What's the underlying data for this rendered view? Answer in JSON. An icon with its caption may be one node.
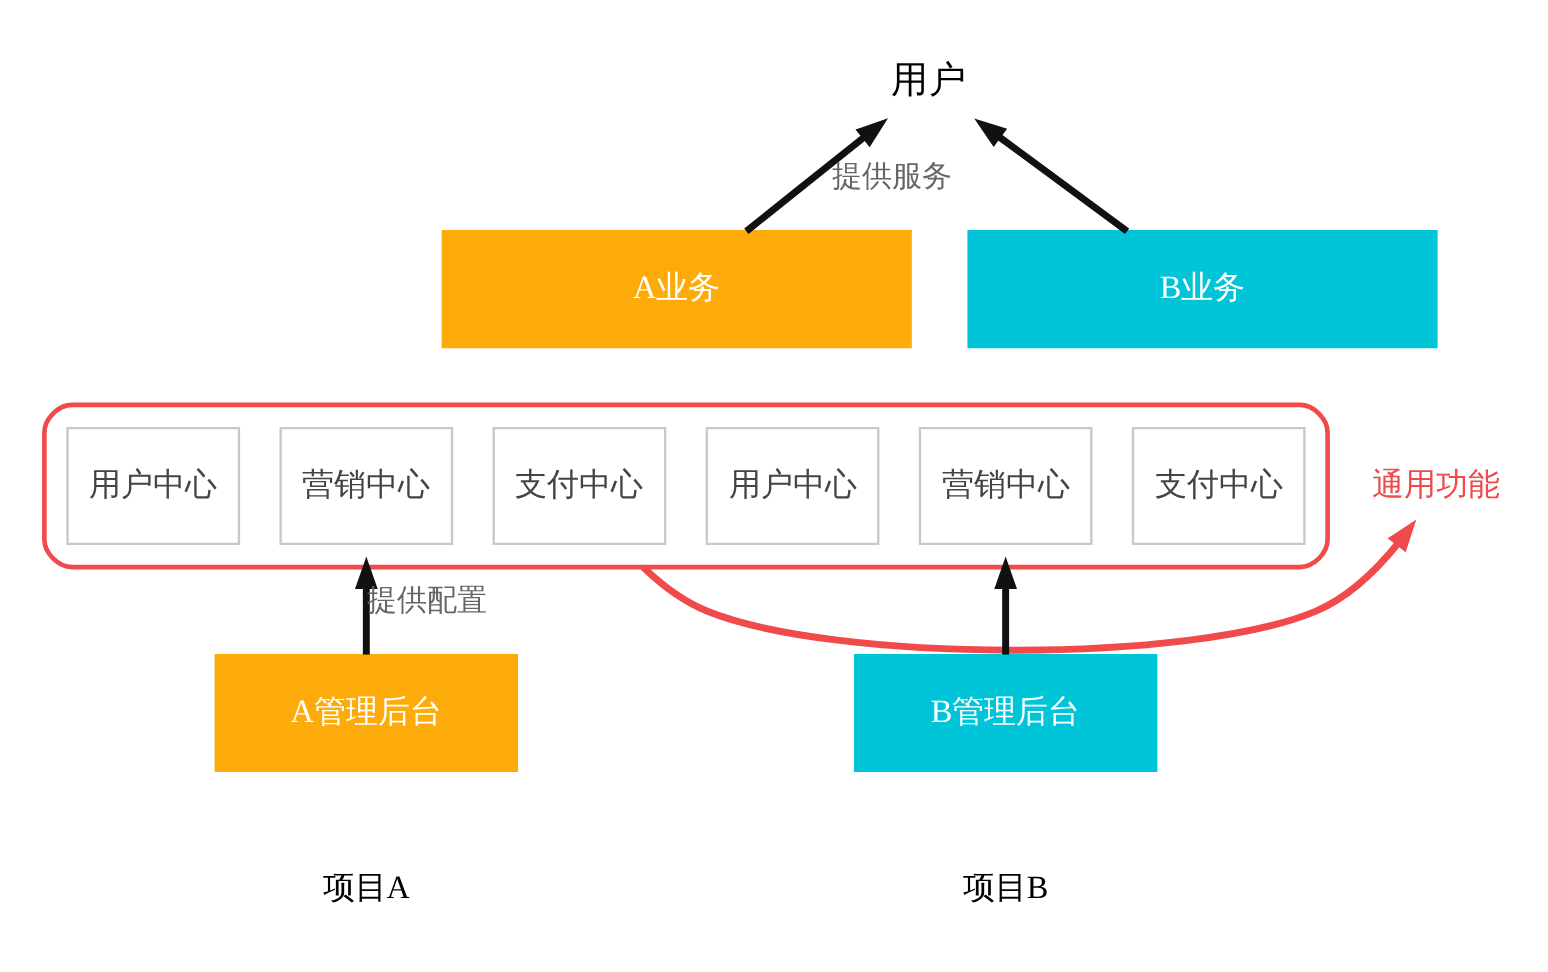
{
  "diagram": {
    "nodes": [
      {
        "text": [
          "用户"
        ]
      },
      {
        "text": [
          "A业务"
        ]
      },
      {
        "text": [
          "B业务"
        ]
      },
      {
        "text": [],
        "shape": "box"
      },
      {
        "text": [
          "支付中心"
        ],
        "in": 3
      },
      {
        "text": [
          "营销中心"
        ],
        "in": 3
      },
      {
        "text": [
          "用户中心"
        ],
        "in": 3
      },
      {
        "text": [
          "支付中心"
        ],
        "in": 3
      },
      {
        "text": [
          "营销中心"
        ],
        "in": 3
      },
      {
        "text": [
          "用户中心"
        ],
        "in": 3
      },
      {
        "text": [
          "通用功能"
        ]
      },
      {
        "text": [
          "A管理后台"
        ]
      },
      {
        "text": [
          "B管理后台"
        ]
      }
    ],
    "edges": [
      {
        "from": 1,
        "to": 0,
        "arrow": "to",
        "label": "提供服务"
      },
      {
        "from": 2,
        "to": 0,
        "arrow": "to"
      },
      {
        "from": 3,
        "to": 10,
        "arrow": "to",
        "color": "#f04a4a"
      },
      {
        "from": 11,
        "to": 3,
        "arrow": "to",
        "label": "提供配置"
      },
      {
        "from": 12,
        "to": 3,
        "arrow": "to"
      }
    ],
    "labels": [
      "项目A",
      "项目B"
    ]
  }
}
